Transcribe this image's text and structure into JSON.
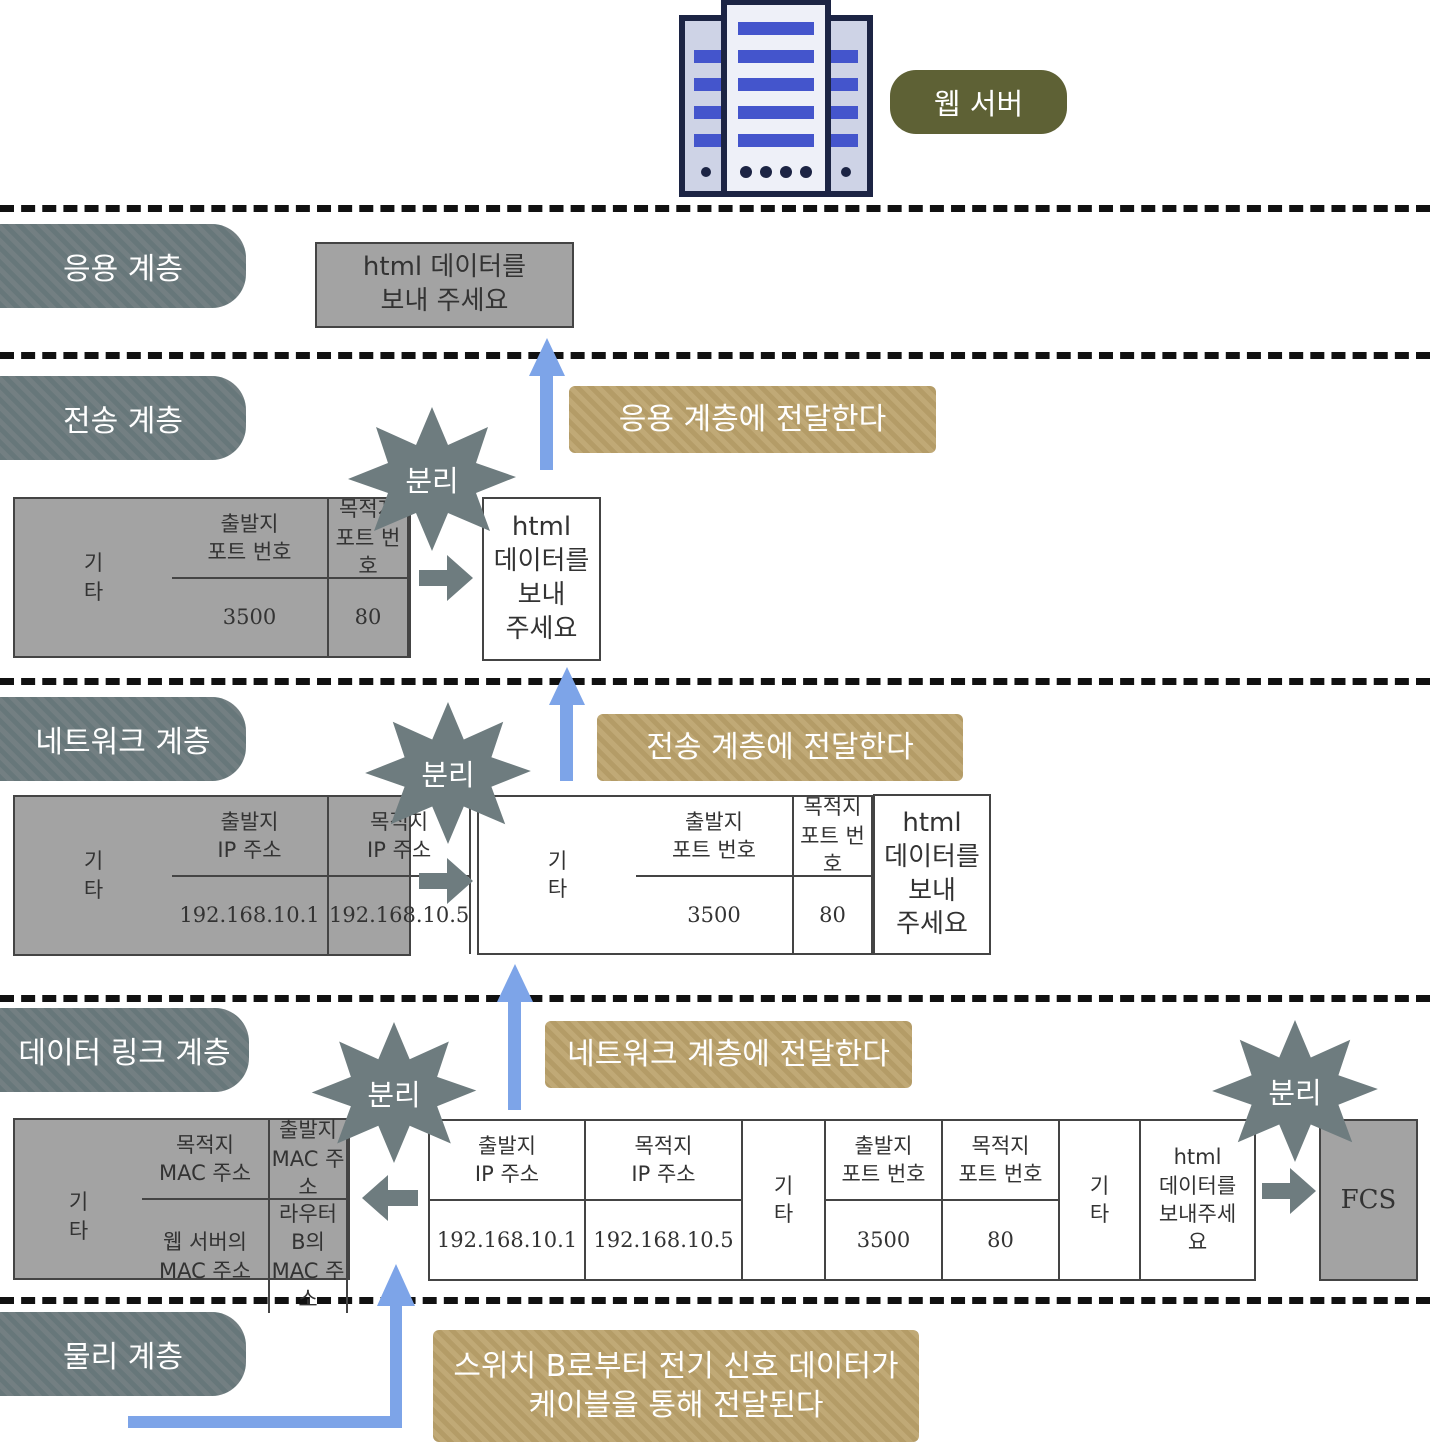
{
  "server": {
    "label": "웹 서버"
  },
  "layers": {
    "application": "응용 계층",
    "transport": "전송 계층",
    "network": "네트워크 계층",
    "datalink": "데이터 링크 계층",
    "physical": "물리 계층"
  },
  "application_box": "html 데이터를\n보내 주세요",
  "notes": {
    "to_application": "응용 계층에 전달한다",
    "to_transport": "전송 계층에 전달한다",
    "to_network": "네트워크 계층에 전달한다",
    "physical": "스위치 B로부터 전기 신호 데이터가\n케이블을 통해 전달된다"
  },
  "separate_label": "분리",
  "transport_header": {
    "src_port_label": "출발지\n포트 번호",
    "dst_port_label": "목적지\n포트 번호",
    "src_port": "3500",
    "dst_port": "80",
    "etc": "기\n타"
  },
  "transport_payload": "html\n데이터를\n보내\n주세요",
  "network_header": {
    "src_ip_label": "출발지\nIP 주소",
    "dst_ip_label": "목적지\nIP 주소",
    "src_ip": "192.168.10.1",
    "dst_ip": "192.168.10.5",
    "etc": "기\n타"
  },
  "network_payload": {
    "src_port_label": "출발지\n포트 번호",
    "dst_port_label": "목적지\n포트 번호",
    "src_port": "3500",
    "dst_port": "80",
    "etc": "기\n타",
    "data": "html\n데이터를\n보내\n주세요"
  },
  "datalink_header": {
    "dst_mac_label": "목적지\nMAC 주소",
    "src_mac_label": "출발지\nMAC 주소",
    "dst_mac": "웹 서버의\nMAC 주소",
    "src_mac": "라우터 B의\nMAC 주소",
    "etc": "기\n타"
  },
  "datalink_payload": {
    "src_ip_label": "출발지\nIP 주소",
    "dst_ip_label": "목적지\nIP 주소",
    "src_ip": "192.168.10.1",
    "dst_ip": "192.168.10.5",
    "etc1": "기\n타",
    "src_port_label": "출발지\n포트 번호",
    "dst_port_label": "목적지\n포트 번호",
    "src_port": "3500",
    "dst_port": "80",
    "etc2": "기\n타",
    "data": "html\n데이터를\n보내주세\n요"
  },
  "fcs": "FCS",
  "colors": {
    "layer_pill": "#6e7c7f",
    "note": "#baa26e",
    "server_pill": "#5e6135",
    "arrow_blue": "#7da4e8",
    "header_gray": "#a3a3a3",
    "star": "#6e7c7f"
  }
}
